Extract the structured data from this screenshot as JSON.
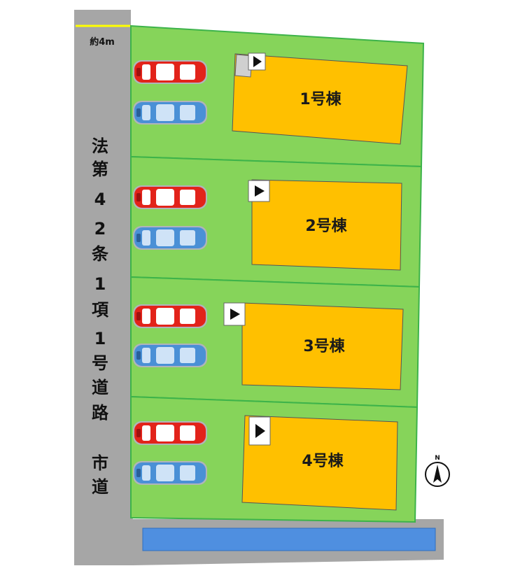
{
  "road": {
    "width_label": "約4m",
    "label_chars": [
      "法",
      "第",
      "4",
      "2",
      "条",
      "1",
      "項",
      "1",
      "号",
      "道",
      "路",
      "",
      "市",
      "道"
    ]
  },
  "buildings": [
    {
      "label": "1号棟"
    },
    {
      "label": "2号棟"
    },
    {
      "label": "3号棟"
    },
    {
      "label": "4号棟"
    }
  ],
  "compass": {
    "label": "N"
  },
  "colors": {
    "lot": "#86d45a",
    "lot_border": "#3db34a",
    "building": "#ffc000",
    "road": "#a6a6a6",
    "road_edge": "#ffff00",
    "channel": "#4f8fe0",
    "car_red": "#e2231a",
    "car_blue": "#4a90d6"
  }
}
